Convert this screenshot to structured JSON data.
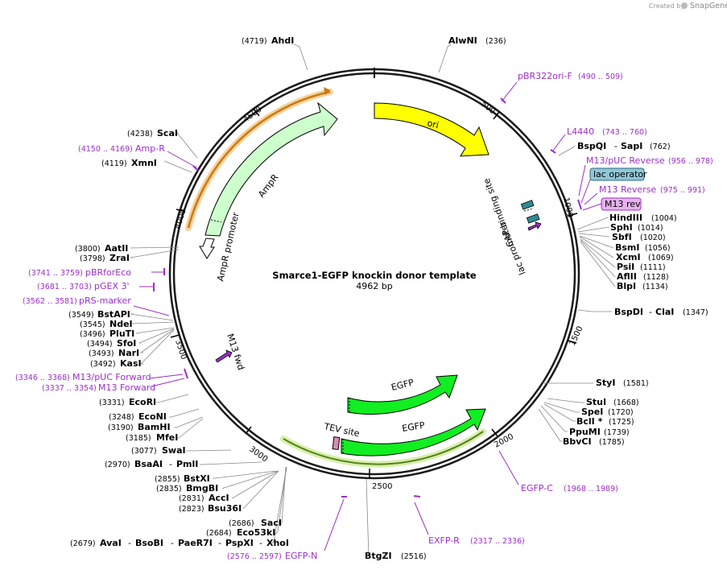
{
  "branding": {
    "created_by": "Created by",
    "app": "SnapGene"
  },
  "plasmid": {
    "name": "Smarce1-EGFP knockin donor template",
    "length_label": "4962 bp"
  },
  "ticks": [
    "500",
    "1000",
    "1500",
    "2000",
    "2500",
    "3000",
    "3500",
    "4000",
    "4500"
  ],
  "sites": [
    {
      "name": "AhdI",
      "pos": "(4719)"
    },
    {
      "name": "AlwNI",
      "pos": "(236)"
    },
    {
      "name": "BspQI",
      "sep": "-",
      "name2": "SapI",
      "pos": "(762)"
    },
    {
      "name": "HindIII",
      "pos": "(1004)"
    },
    {
      "name": "SphI",
      "pos": "(1014)"
    },
    {
      "name": "SbfI",
      "pos": "(1020)"
    },
    {
      "name": "BsmI",
      "pos": "(1056)"
    },
    {
      "name": "XcmI",
      "pos": "(1069)"
    },
    {
      "name": "PsiI",
      "pos": "(1111)"
    },
    {
      "name": "AflII",
      "pos": "(1128)"
    },
    {
      "name": "BlpI",
      "pos": "(1134)"
    },
    {
      "name": "BspDI",
      "sep": "-",
      "name2": "ClaI",
      "pos": "(1347)"
    },
    {
      "name": "StyI",
      "pos": "(1581)"
    },
    {
      "name": "StuI",
      "pos": "(1668)"
    },
    {
      "name": "SpeI",
      "pos": "(1720)"
    },
    {
      "name": "BclI *",
      "pos": "(1725)"
    },
    {
      "name": "PpuMI",
      "pos": "(1739)"
    },
    {
      "name": "BbvCI",
      "pos": "(1785)"
    },
    {
      "name": "BtgZI",
      "pos": "(2516)"
    },
    {
      "name": "SacI",
      "pos": "(2686)"
    },
    {
      "name": "Eco53kI",
      "pos": "(2684)"
    },
    {
      "name": "AvaI",
      "extra": [
        "BsoBI",
        "PaeR7I",
        "PspXI",
        "XhoI"
      ],
      "pos": "(2679)"
    },
    {
      "name": "Bsu36I",
      "pos": "(2823)"
    },
    {
      "name": "AccI",
      "pos": "(2831)"
    },
    {
      "name": "BmgBI",
      "pos": "(2835)"
    },
    {
      "name": "BstXI",
      "pos": "(2855)"
    },
    {
      "name": "BsaAI",
      "sep": "-",
      "name2": "PmlI",
      "pos": "(2970)"
    },
    {
      "name": "SwaI",
      "pos": "(3077)"
    },
    {
      "name": "MfeI",
      "pos": "(3185)"
    },
    {
      "name": "BamHI",
      "pos": "(3190)"
    },
    {
      "name": "EcoNI",
      "pos": "(3248)"
    },
    {
      "name": "EcoRI",
      "pos": "(3331)"
    },
    {
      "name": "KasI",
      "pos": "(3492)"
    },
    {
      "name": "NarI",
      "pos": "(3493)"
    },
    {
      "name": "SfoI",
      "pos": "(3494)"
    },
    {
      "name": "PluTI",
      "pos": "(3496)"
    },
    {
      "name": "NdeI",
      "pos": "(3545)"
    },
    {
      "name": "BstAPI",
      "pos": "(3549)"
    },
    {
      "name": "ZraI",
      "pos": "(3798)"
    },
    {
      "name": "AatII",
      "pos": "(3800)"
    },
    {
      "name": "XmnI",
      "pos": "(4119)"
    },
    {
      "name": "ScaI",
      "pos": "(4238)"
    }
  ],
  "primers": [
    {
      "name": "pBR322ori-F",
      "range": "(490 .. 509)"
    },
    {
      "name": "L4440",
      "range": "(743 .. 760)"
    },
    {
      "name": "M13/pUC Reverse",
      "range": "(956 .. 978)"
    },
    {
      "name": "M13 Reverse",
      "range": "(975 .. 991)"
    },
    {
      "name": "EGFP-C",
      "range": "(1968 .. 1989)"
    },
    {
      "name": "EXFP-R",
      "range": "(2317 .. 2336)"
    },
    {
      "name": "EGFP-N",
      "range": "(2576 .. 2597)"
    },
    {
      "name": "M13 Forward",
      "range": "(3337 .. 3354)"
    },
    {
      "name": "M13/pUC Forward",
      "range": "(3346 .. 3368)"
    },
    {
      "name": "pRS-marker",
      "range": "(3562 .. 3581)"
    },
    {
      "name": "pGEX 3'",
      "range": "(3681 .. 3703)"
    },
    {
      "name": "pBRforEco",
      "range": "(3741 .. 3759)"
    },
    {
      "name": "Amp-R",
      "range": "(4150 .. 4169)"
    }
  ],
  "features": {
    "ori": "ori",
    "ampr": "AmpR",
    "ampr_promoter": "AmpR promoter",
    "egfp_inner": "EGFP",
    "egfp_outer": "EGFP",
    "tev_site": "TEV site",
    "m13_fwd": "M13 fwd",
    "lac_operator": "lac operator",
    "m13_rev": "M13 rev",
    "cap_binding_site": "CAP binding site",
    "lac_promoter": "lac promoter"
  },
  "colors": {
    "backbone": "#1a1a1a",
    "enzyme": "#000000",
    "primer": "#9b2fc9",
    "ori": "#ffff00",
    "ampr": "#ccffcc",
    "egfp": "#11ee22",
    "orange_arc": "#e88f1a",
    "green_arc": "#9fd55a",
    "lac_operator": "#8fc7d8",
    "m13_rev": "#e7b3ef",
    "cap": "#2e8b96",
    "tev": "#d68fb0"
  }
}
